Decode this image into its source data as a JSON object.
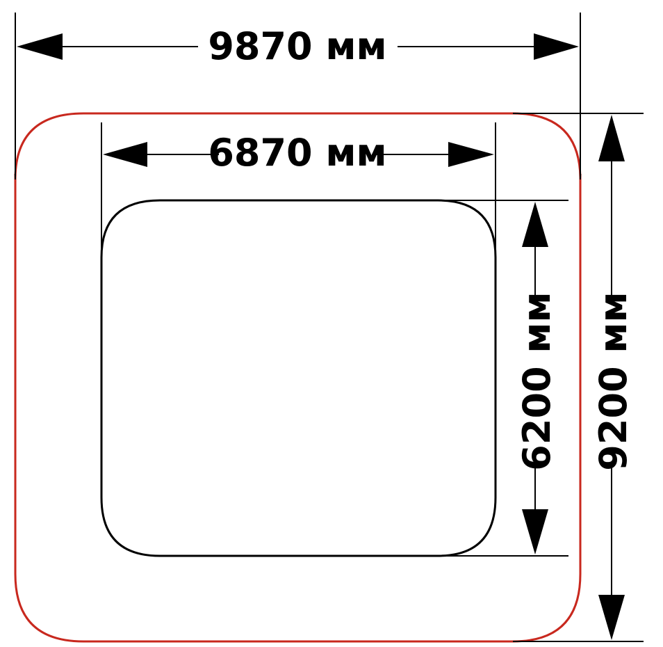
{
  "dimensions": {
    "outer_width": "9870 мм",
    "inner_width": "6870 мм",
    "inner_height": "6200 мм",
    "outer_height": "9200 мм"
  },
  "colors": {
    "outer_outline": "#c8281e",
    "inner_outline": "#000000",
    "dimension_lines": "#000000",
    "background": "#ffffff"
  }
}
